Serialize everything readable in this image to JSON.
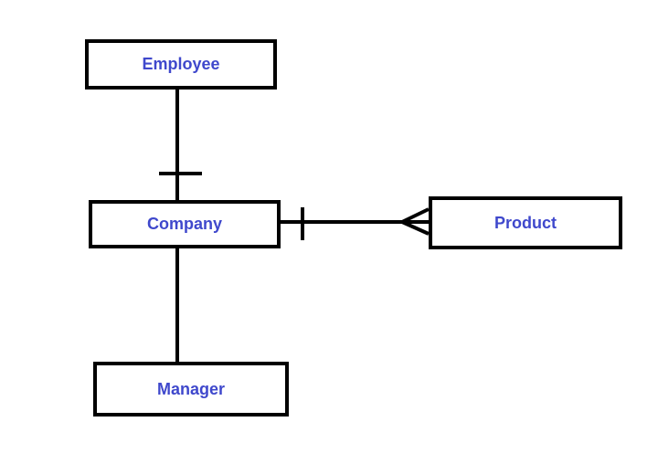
{
  "colors": {
    "label": "#3f48cc",
    "line": "#000000",
    "background": "#ffffff"
  },
  "entities": {
    "employee": {
      "label": "Employee"
    },
    "company": {
      "label": "Company"
    },
    "product": {
      "label": "Product"
    },
    "manager": {
      "label": "Manager"
    }
  },
  "relationships": [
    {
      "from": "Employee",
      "to": "Company",
      "notation": "one"
    },
    {
      "from": "Company",
      "to": "Product",
      "notation": "one-to-many"
    },
    {
      "from": "Company",
      "to": "Manager",
      "notation": "plain"
    }
  ]
}
